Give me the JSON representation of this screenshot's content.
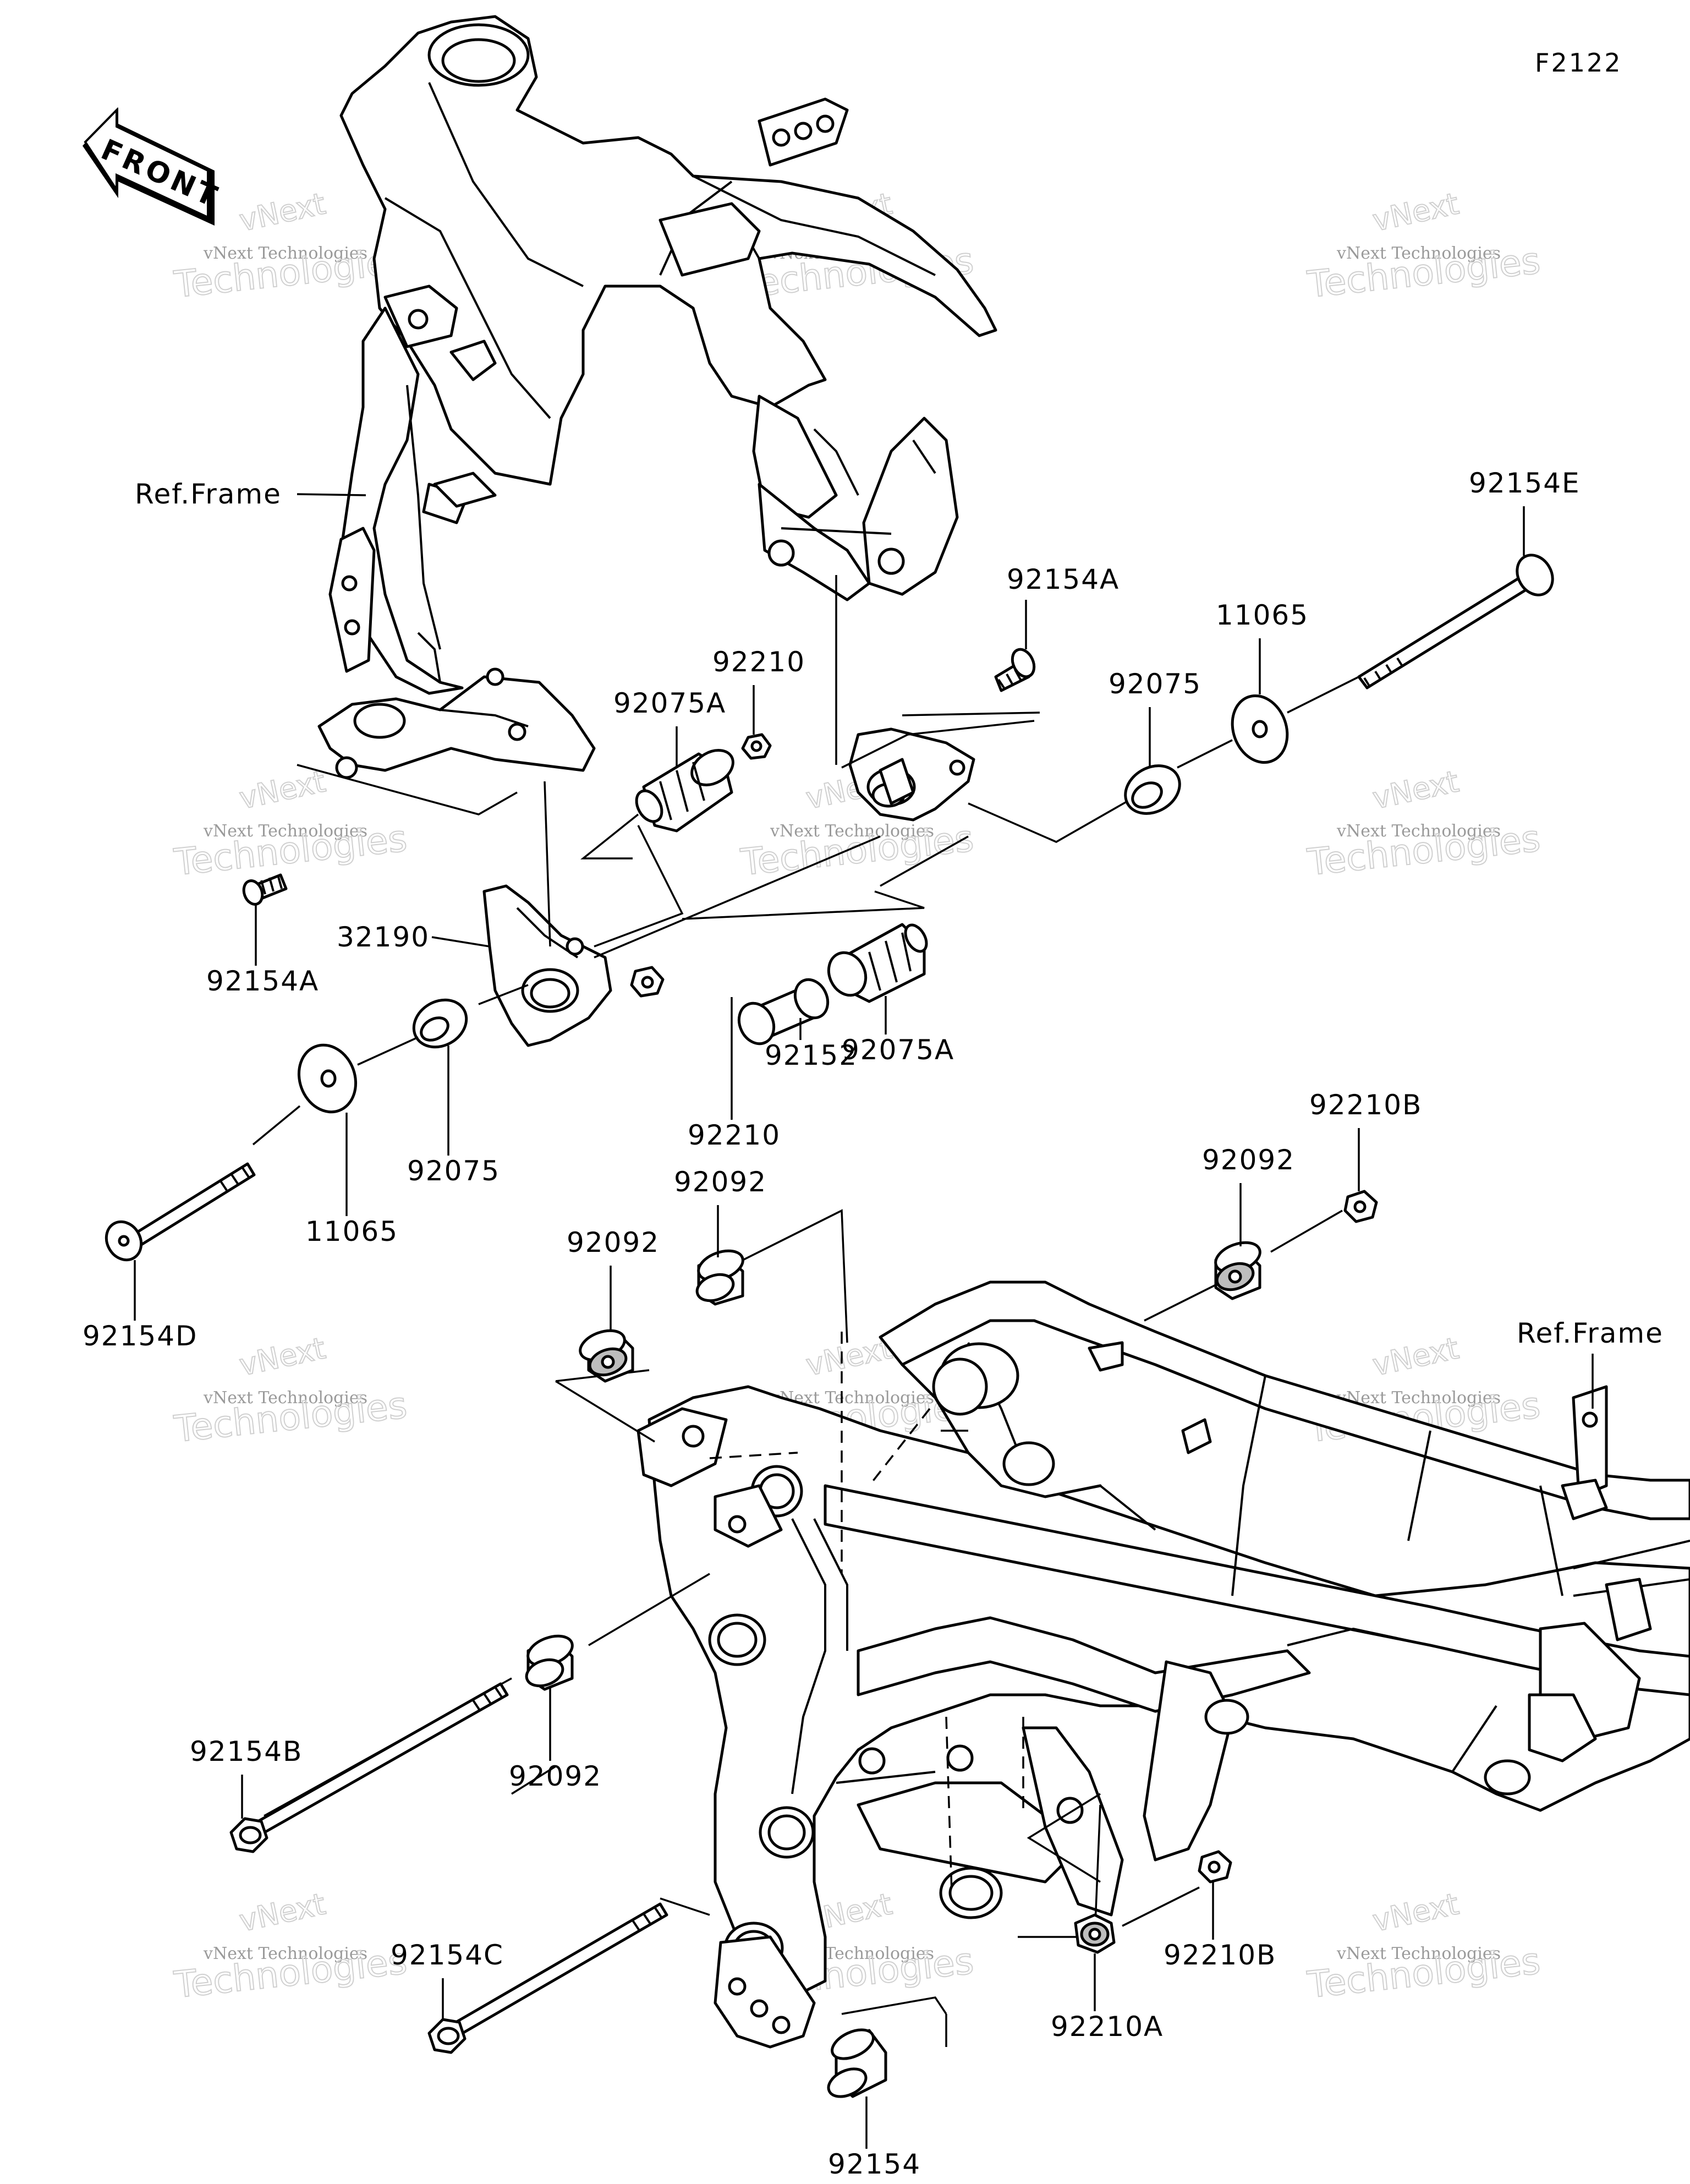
{
  "diagram_code": "F2122",
  "front_arrow_label": "FRONT",
  "watermark": {
    "company": "vNext Technologies",
    "brand_top": "vNext",
    "brand_bottom": "Technologies"
  },
  "labels": {
    "ref_frame_top": "Ref.Frame",
    "ref_frame_bottom": "Ref.Frame",
    "p_92154E": "92154E",
    "p_92154A_top": "92154A",
    "p_11065_right": "11065",
    "p_92075_right": "92075",
    "p_92210_top": "92210",
    "p_92075A_top": "92075A",
    "p_92154A_left": "92154A",
    "p_32190": "32190",
    "p_92210_mid": "92210",
    "p_92152": "92152",
    "p_92075A_mid": "92075A",
    "p_92075_left": "92075",
    "p_11065_left": "11065",
    "p_92154D": "92154D",
    "p_92092_a": "92092",
    "p_92092_b": "92092",
    "p_92092_c": "92092",
    "p_92210B_top": "92210B",
    "p_92092_bottom": "92092",
    "p_92154B": "92154B",
    "p_92154C": "92154C",
    "p_92210B_bottom": "92210B",
    "p_92210A": "92210A",
    "p_92154": "92154"
  }
}
